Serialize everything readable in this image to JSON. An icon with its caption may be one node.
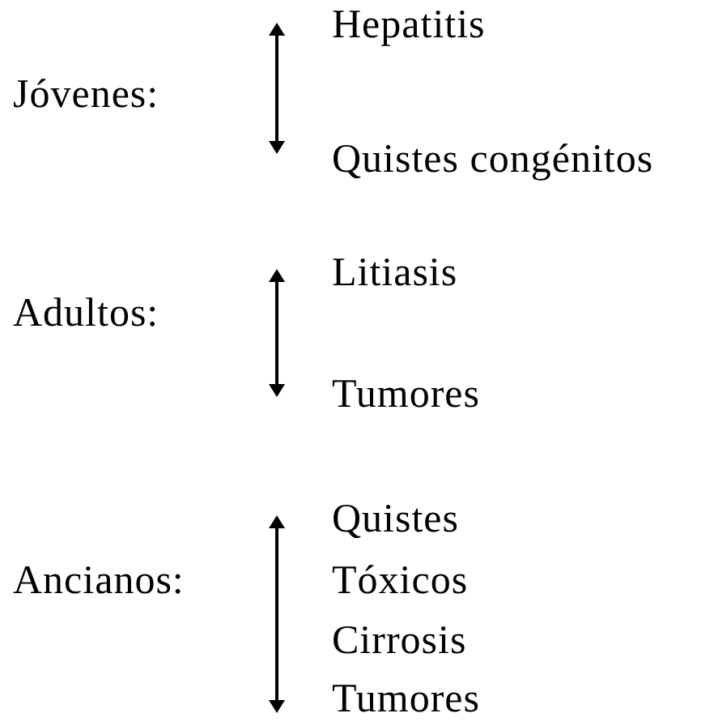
{
  "diagram": {
    "labels": [
      "Hepatitis",
      "Jóvenes:",
      "Quistes congénitos",
      "Litiasis",
      "Adultos:",
      "Tumores",
      "Quistes",
      "Ancianos:",
      "Tóxicos",
      "Cirrosis",
      "Tumores"
    ]
  }
}
